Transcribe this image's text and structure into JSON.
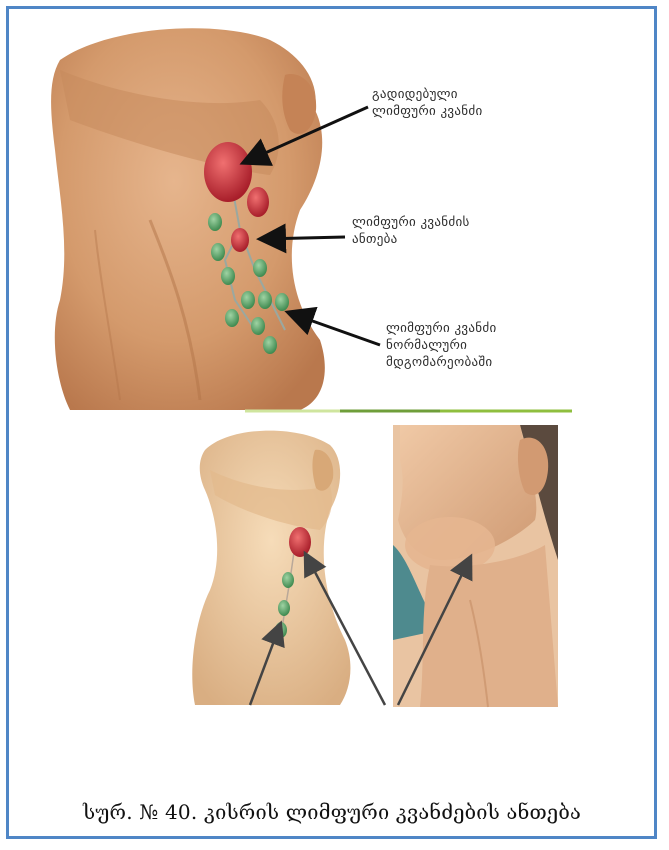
{
  "figure": {
    "top_labels": {
      "enlarged_node": [
        "გადიდებული",
        "ლიმფური კვანძი"
      ],
      "node_inflammation": [
        "ლიმფური კვანძის",
        "ანთება"
      ],
      "normal_nodes": [
        "ლიმფური კვანძი",
        "ნორმალური",
        "მდგომარეობაში"
      ]
    },
    "caption": "სურ. № 40. კისრის ლიმფური კვანძების ანთება"
  },
  "colors": {
    "frame_border": "#4f86c6",
    "skin": "#d8a47a",
    "skin_shadow": "#b87d52",
    "node_red": "#c9353d",
    "node_green": "#5fa36a",
    "divider": "#8fbf3f"
  }
}
